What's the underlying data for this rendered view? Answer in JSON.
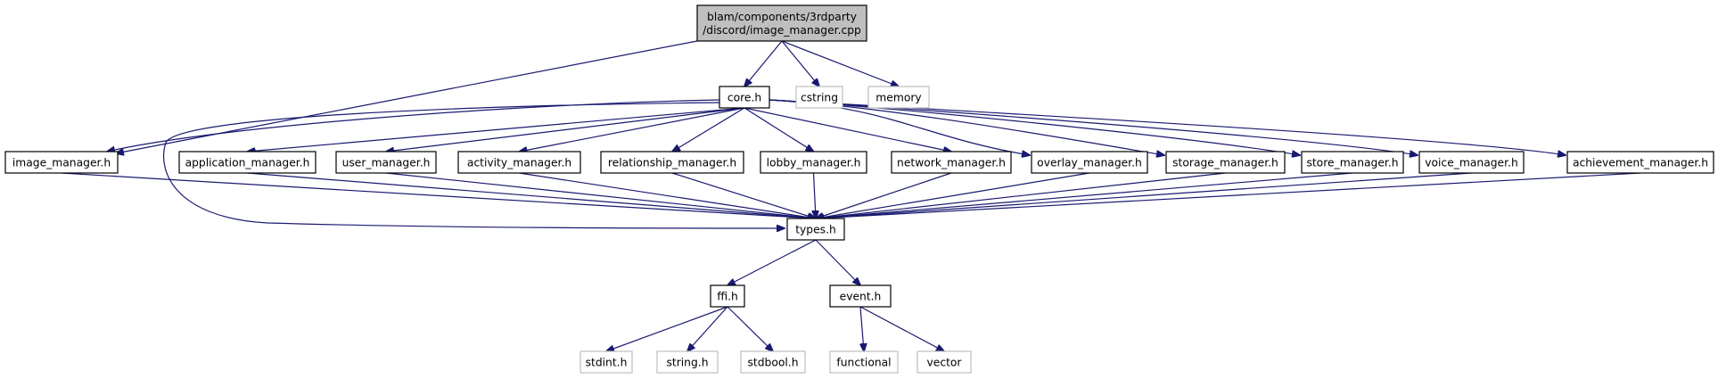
{
  "graph": {
    "edge_color": "#191970",
    "root_fill": "#bfbfbf",
    "external_border": "#bfbfbf",
    "nodes": [
      {
        "id": "root",
        "label_lines": [
          "blam/components/3rdparty",
          "/discord/image_manager.cpp"
        ],
        "kind": "root"
      },
      {
        "id": "core",
        "label_lines": [
          "core.h"
        ],
        "kind": "file"
      },
      {
        "id": "cstring",
        "label_lines": [
          "cstring"
        ],
        "kind": "external"
      },
      {
        "id": "memory",
        "label_lines": [
          "memory"
        ],
        "kind": "external"
      },
      {
        "id": "image_manager",
        "label_lines": [
          "image_manager.h"
        ],
        "kind": "file"
      },
      {
        "id": "application_manager",
        "label_lines": [
          "application_manager.h"
        ],
        "kind": "file"
      },
      {
        "id": "user_manager",
        "label_lines": [
          "user_manager.h"
        ],
        "kind": "file"
      },
      {
        "id": "activity_manager",
        "label_lines": [
          "activity_manager.h"
        ],
        "kind": "file"
      },
      {
        "id": "relationship_manager",
        "label_lines": [
          "relationship_manager.h"
        ],
        "kind": "file"
      },
      {
        "id": "lobby_manager",
        "label_lines": [
          "lobby_manager.h"
        ],
        "kind": "file"
      },
      {
        "id": "network_manager",
        "label_lines": [
          "network_manager.h"
        ],
        "kind": "file"
      },
      {
        "id": "overlay_manager",
        "label_lines": [
          "overlay_manager.h"
        ],
        "kind": "file"
      },
      {
        "id": "storage_manager",
        "label_lines": [
          "storage_manager.h"
        ],
        "kind": "file"
      },
      {
        "id": "store_manager",
        "label_lines": [
          "store_manager.h"
        ],
        "kind": "file"
      },
      {
        "id": "voice_manager",
        "label_lines": [
          "voice_manager.h"
        ],
        "kind": "file"
      },
      {
        "id": "achievement_manager",
        "label_lines": [
          "achievement_manager.h"
        ],
        "kind": "file"
      },
      {
        "id": "types",
        "label_lines": [
          "types.h"
        ],
        "kind": "file"
      },
      {
        "id": "ffi",
        "label_lines": [
          "ffi.h"
        ],
        "kind": "file"
      },
      {
        "id": "event",
        "label_lines": [
          "event.h"
        ],
        "kind": "file"
      },
      {
        "id": "stdint",
        "label_lines": [
          "stdint.h"
        ],
        "kind": "external"
      },
      {
        "id": "string",
        "label_lines": [
          "string.h"
        ],
        "kind": "external"
      },
      {
        "id": "stdbool",
        "label_lines": [
          "stdbool.h"
        ],
        "kind": "external"
      },
      {
        "id": "functional",
        "label_lines": [
          "functional"
        ],
        "kind": "external"
      },
      {
        "id": "vector",
        "label_lines": [
          "vector"
        ],
        "kind": "external"
      }
    ],
    "edges": [
      [
        "root",
        "core"
      ],
      [
        "root",
        "cstring"
      ],
      [
        "root",
        "memory"
      ],
      [
        "root",
        "image_manager"
      ],
      [
        "core",
        "image_manager"
      ],
      [
        "core",
        "application_manager"
      ],
      [
        "core",
        "user_manager"
      ],
      [
        "core",
        "activity_manager"
      ],
      [
        "core",
        "relationship_manager"
      ],
      [
        "core",
        "lobby_manager"
      ],
      [
        "core",
        "network_manager"
      ],
      [
        "core",
        "overlay_manager"
      ],
      [
        "core",
        "storage_manager"
      ],
      [
        "core",
        "store_manager"
      ],
      [
        "core",
        "voice_manager"
      ],
      [
        "core",
        "achievement_manager"
      ],
      [
        "core",
        "types"
      ],
      [
        "image_manager",
        "types"
      ],
      [
        "application_manager",
        "types"
      ],
      [
        "user_manager",
        "types"
      ],
      [
        "activity_manager",
        "types"
      ],
      [
        "relationship_manager",
        "types"
      ],
      [
        "lobby_manager",
        "types"
      ],
      [
        "network_manager",
        "types"
      ],
      [
        "overlay_manager",
        "types"
      ],
      [
        "storage_manager",
        "types"
      ],
      [
        "store_manager",
        "types"
      ],
      [
        "voice_manager",
        "types"
      ],
      [
        "achievement_manager",
        "types"
      ],
      [
        "types",
        "ffi"
      ],
      [
        "types",
        "event"
      ],
      [
        "ffi",
        "stdint"
      ],
      [
        "ffi",
        "string"
      ],
      [
        "ffi",
        "stdbool"
      ],
      [
        "event",
        "functional"
      ],
      [
        "event",
        "vector"
      ]
    ]
  }
}
